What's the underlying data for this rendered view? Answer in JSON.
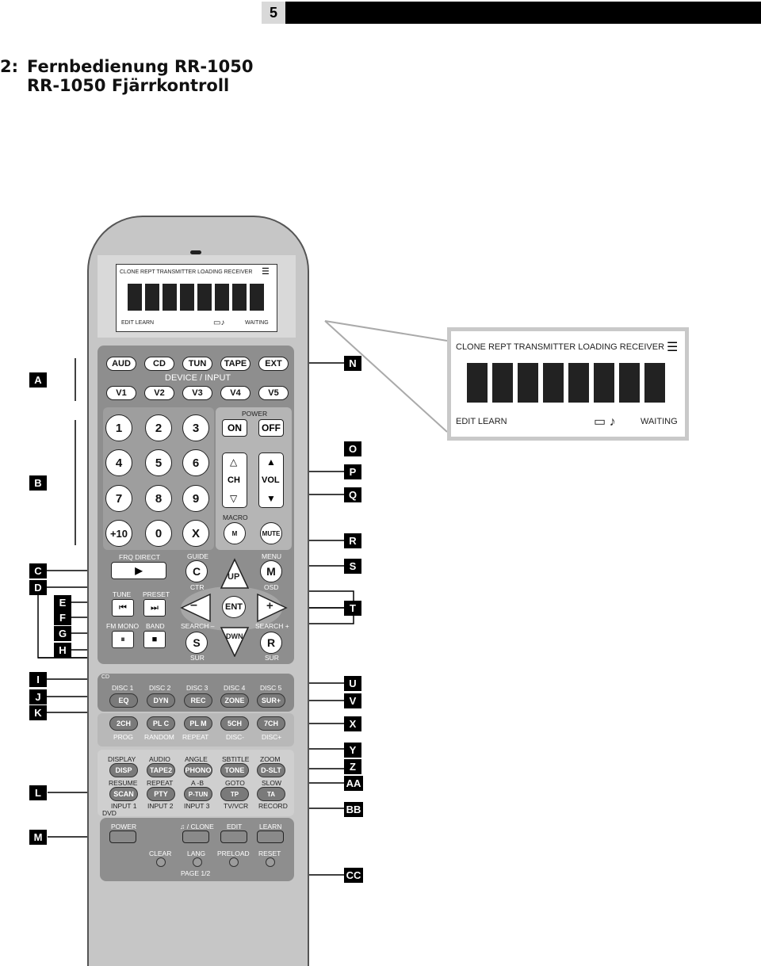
{
  "header": {
    "page_number": "5"
  },
  "title": {
    "prefix": "2:",
    "line1": "Fernbedienung RR-1050",
    "line2": "RR-1050 Fjärrkontroll"
  },
  "lcd": {
    "top_row": "CLONE REPT TRANSMITTER LOADING RECEIVER",
    "bottom_left": "EDIT  LEARN",
    "bottom_right": "WAITING"
  },
  "device_row1": [
    "AUD",
    "CD",
    "TUN",
    "TAPE",
    "EXT"
  ],
  "device_label": "DEVICE / INPUT",
  "device_row2": [
    "V1",
    "V2",
    "V3",
    "V4",
    "V5"
  ],
  "numpad": [
    "1",
    "2",
    "3",
    "4",
    "5",
    "6",
    "7",
    "8",
    "9",
    "+10",
    "0",
    "X"
  ],
  "power": {
    "label": "POWER",
    "on": "ON",
    "off": "OFF"
  },
  "ch_label": "CH",
  "vol_label": "VOL",
  "macro": {
    "label": "MACRO",
    "m": "M",
    "mute": "MUTE"
  },
  "nav": {
    "frq_direct": "FRQ DIRECT",
    "guide": "GUIDE",
    "c": "C",
    "ctr": "CTR",
    "menu": "MENU",
    "m": "M",
    "osd": "OSD",
    "up": "UP",
    "ent": "ENT",
    "dwn": "DWN",
    "minus": "–",
    "plus": "+",
    "tune": "TUNE",
    "preset": "PRESET",
    "fm_mono": "FM MONO",
    "band": "BAND",
    "search_minus": "SEARCH –",
    "s": "S",
    "sur_left": "SUR",
    "search_plus": "SEARCH +",
    "r": "R",
    "sur_right": "SUR"
  },
  "cd_block": {
    "label": "CD",
    "disc_labels": [
      "DISC 1",
      "DISC 2",
      "DISC 3",
      "DISC 4",
      "DISC 5"
    ],
    "buttons": [
      "EQ",
      "DYN",
      "REC",
      "ZONE",
      "SUR+"
    ]
  },
  "mode_block": {
    "buttons": [
      "2CH",
      "PL C",
      "PL M",
      "5CH",
      "7CH"
    ],
    "labels": [
      "PROG",
      "RANDOM",
      "REPEAT",
      "DISC-",
      "DISC+"
    ]
  },
  "dvd_block": {
    "labels1": [
      "DISPLAY",
      "AUDIO",
      "ANGLE",
      "SBTITLE",
      "ZOOM"
    ],
    "buttons1": [
      "DISP",
      "TAPE2",
      "PHONO",
      "TONE",
      "D-SLT"
    ],
    "labels2": [
      "RESUME",
      "REPEAT",
      "A -B",
      "GOTO",
      "SLOW"
    ],
    "buttons2": [
      "SCAN",
      "PTY",
      "P-TUN",
      "TP",
      "TA"
    ],
    "labels3": [
      "INPUT 1",
      "INPUT 2",
      "INPUT 3",
      "TV/VCR",
      "RECORD"
    ],
    "dvd": "DVD"
  },
  "bottom_block": {
    "power": "POWER",
    "clone": "♫ / CLONE",
    "edit": "EDIT",
    "learn": "LEARN",
    "clear": "CLEAR",
    "lang": "LANG",
    "preload": "PRELOAD",
    "reset": "RESET",
    "page": "PAGE 1/2"
  },
  "callouts": [
    "A",
    "B",
    "C",
    "D",
    "E",
    "F",
    "G",
    "H",
    "I",
    "J",
    "K",
    "L",
    "M",
    "N",
    "O",
    "P",
    "Q",
    "R",
    "S",
    "T",
    "U",
    "V",
    "X",
    "Y",
    "Z",
    "AA",
    "BB",
    "CC"
  ]
}
